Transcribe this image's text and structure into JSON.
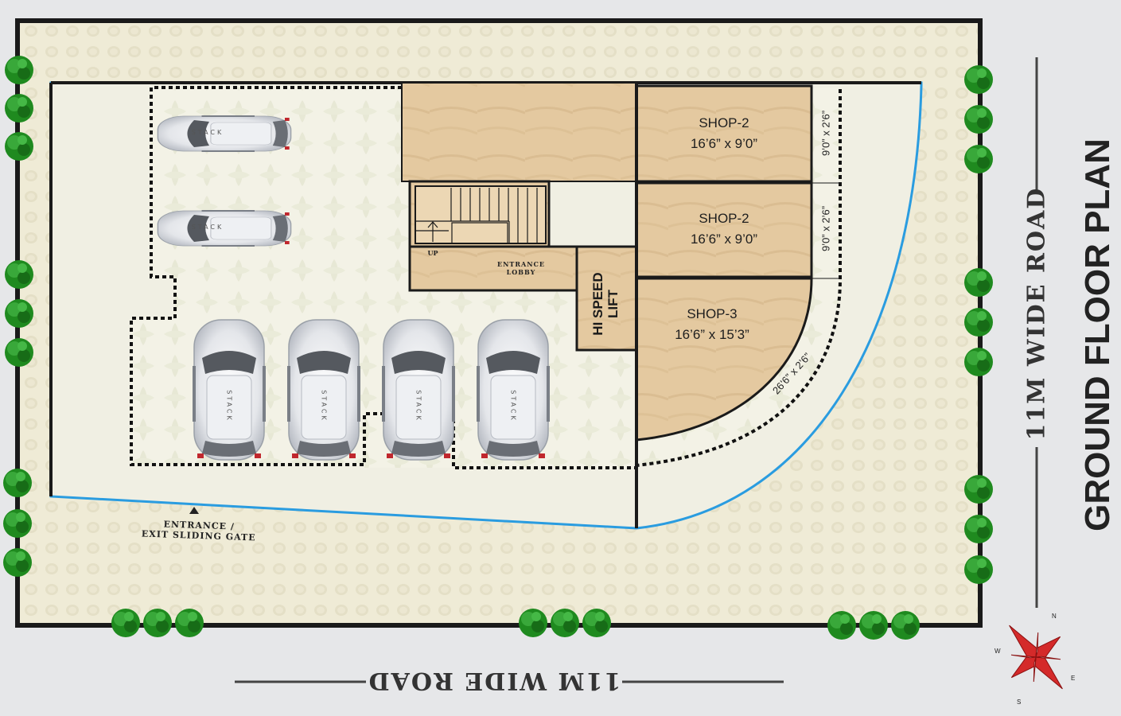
{
  "plan": {
    "title": "GROUND FLOOR PLAN",
    "side_road": "11M WIDE ROAD",
    "bottom_road": "11M WIDE ROAD",
    "entrance_gate": [
      "ENTRANCE /",
      "EXIT SLIDING GATE"
    ],
    "entrance_lobby": [
      "ENTRANCE",
      "LOBBY"
    ],
    "stair_up": "UP",
    "lift": [
      "HI SPEED",
      "LIFT"
    ]
  },
  "shops": [
    {
      "name": "SHOP-2",
      "size": "16’6” x 9’0”",
      "passage": "9’0” x 2’6”"
    },
    {
      "name": "SHOP-2",
      "size": "16’6” x 9’0”",
      "passage": "9’0” x 2’6”"
    },
    {
      "name": "SHOP-3",
      "size": "16’6” x 15’3”",
      "passage": "26’6” x 2’6”"
    }
  ],
  "parking": {
    "car_label": "STACK",
    "count_horizontal": 2,
    "count_vertical": 4
  },
  "compass": {
    "n": "N",
    "e": "E",
    "s": "S",
    "w": "W"
  },
  "colors": {
    "plot_fill": "#efebd6",
    "interior_fill": "#f3f2e6",
    "room_fill": "#e4c9a0",
    "wall": "#1a1a1a",
    "boundary_blue": "#2a9ce0",
    "tree": "#1f8a1f",
    "compass_red": "#d42a2a"
  }
}
